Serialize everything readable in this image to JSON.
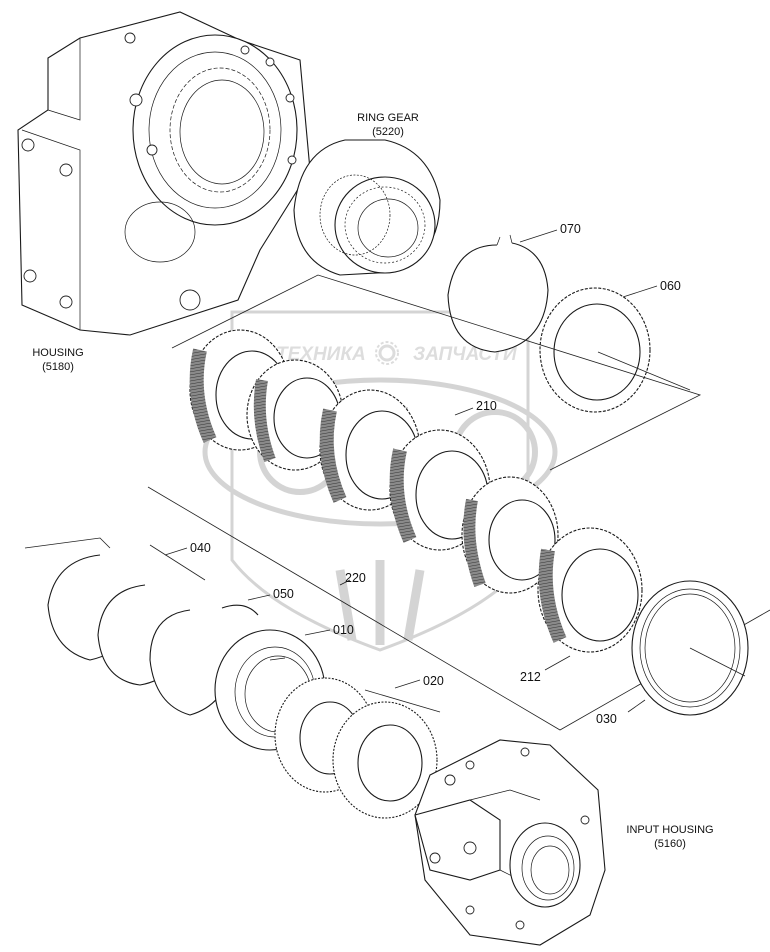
{
  "diagram": {
    "labels": {
      "housing_name": "HOUSING",
      "housing_code": "(5180)",
      "ring_gear_name": "RING GEAR",
      "ring_gear_code": "(5220)",
      "input_housing_name": "INPUT HOUSING",
      "input_housing_code": "(5160)"
    },
    "callouts": {
      "c070": "070",
      "c060": "060",
      "c210": "210",
      "c212": "212",
      "c220": "220",
      "c040": "040",
      "c050": "050",
      "c010": "010",
      "c020": "020",
      "c030": "030"
    },
    "watermark": {
      "left_text": "ТЕХНИКА",
      "right_text": "ЗАПЧАСТИ"
    }
  }
}
